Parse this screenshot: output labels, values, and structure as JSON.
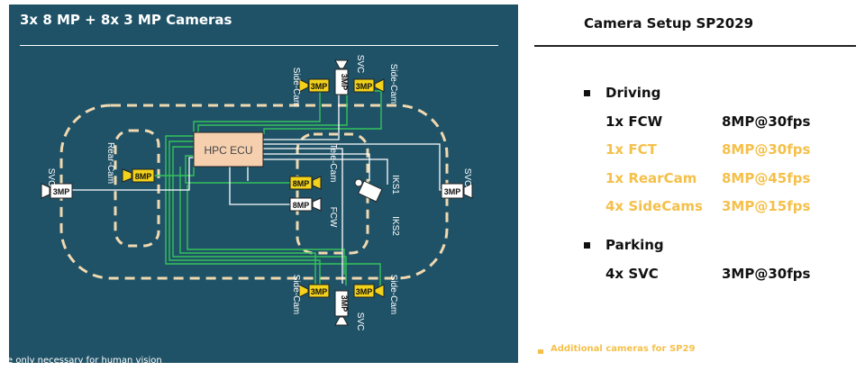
{
  "left": {
    "title": "3x 8 MP + 8x 3 MP Cameras",
    "footnote": "e only necessary for human vision",
    "ecu_label": "HPC ECU",
    "labels": {
      "side_cam": "Side-Cam",
      "svc": "SVC",
      "rear_cam": "Rear-Cam",
      "tele_cam": "Tele-Cam",
      "fcw": "FCW",
      "iks1": "IKS1",
      "iks2": "IKS2",
      "mp3": "3MP",
      "mp8": "8MP",
      "mp3_rot": "3MP"
    }
  },
  "right": {
    "title": "Camera Setup SP2029",
    "sections": [
      {
        "label": "Driving",
        "rows": [
          {
            "name": "1x FCW",
            "value": "8MP@30fps",
            "highlight": false
          },
          {
            "name": "1x FCT",
            "value": "8MP@30fps",
            "highlight": true
          },
          {
            "name": "1x RearCam",
            "value": "8MP@45fps",
            "highlight": true
          },
          {
            "name": "4x SideCams",
            "value": "3MP@15fps",
            "highlight": true
          }
        ]
      },
      {
        "label": "Parking",
        "rows": [
          {
            "name": "4x SVC",
            "value": "3MP@30fps",
            "highlight": false
          }
        ]
      }
    ],
    "legend": "Additional cameras for SP29"
  },
  "colors": {
    "panel": "#1f5267",
    "highlight": "#f5c04a",
    "ecu": "#f5cfae",
    "camera_yellow": "#f2d21b",
    "wire": "#35c25a",
    "dash": "#f0d9b0"
  }
}
